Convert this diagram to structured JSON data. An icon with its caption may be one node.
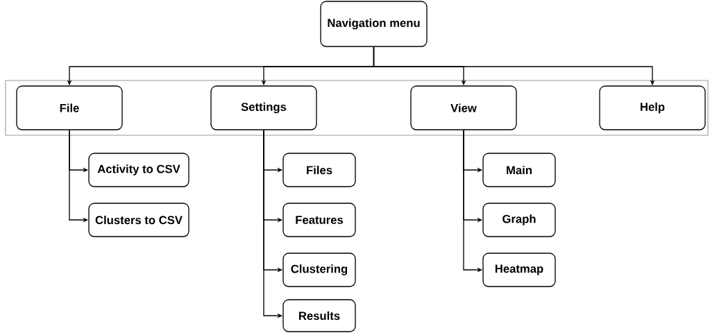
{
  "diagram": {
    "nodes": [
      {
        "text": [
          "Navigation menu"
        ]
      },
      {
        "text": [],
        "shape": "box"
      },
      {
        "text": [
          "File"
        ],
        "in": 1
      },
      {
        "text": [
          "Settings"
        ],
        "in": 1
      },
      {
        "text": [
          "View"
        ],
        "in": 1
      },
      {
        "text": [
          "Help"
        ],
        "in": 1
      },
      {
        "text": [
          "Activity to CSV"
        ]
      },
      {
        "text": [
          "Clusters to CSV"
        ]
      },
      {
        "text": [
          "Files"
        ]
      },
      {
        "text": [
          "Features"
        ]
      },
      {
        "text": [
          "Clustering"
        ]
      },
      {
        "text": [
          "Results"
        ]
      },
      {
        "text": [
          "Main"
        ]
      },
      {
        "text": [
          "Graph"
        ]
      },
      {
        "text": [
          "Heatmap"
        ]
      }
    ],
    "edges": [
      {
        "from": 0,
        "to": 2,
        "arrow": "to"
      },
      {
        "from": 0,
        "to": 3,
        "arrow": "to"
      },
      {
        "from": 0,
        "to": 4,
        "arrow": "to"
      },
      {
        "from": 0,
        "to": 5,
        "arrow": "to"
      },
      {
        "from": 2,
        "to": 6,
        "arrow": "to"
      },
      {
        "from": 2,
        "to": 7,
        "arrow": "to"
      },
      {
        "from": 3,
        "to": 8,
        "arrow": "to"
      },
      {
        "from": 3,
        "to": 9,
        "arrow": "to"
      },
      {
        "from": 3,
        "to": 10,
        "arrow": "to"
      },
      {
        "from": 3,
        "to": 11,
        "arrow": "to"
      },
      {
        "from": 4,
        "to": 12,
        "arrow": "to"
      },
      {
        "from": 4,
        "to": 13,
        "arrow": "to"
      },
      {
        "from": 4,
        "to": 14,
        "arrow": "to"
      }
    ]
  }
}
